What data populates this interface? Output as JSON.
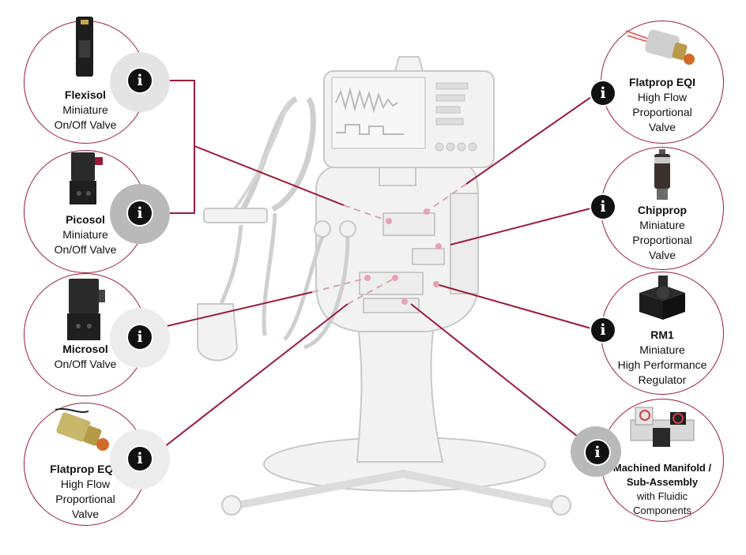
{
  "accent_color": "#9b1b3a",
  "info_icon_glyph": "i",
  "products": [
    {
      "id": "flexisol",
      "lines": [
        "Flexisol",
        "Miniature",
        "On/Off Valve"
      ],
      "icon": "solenoid-valve-tall-icon"
    },
    {
      "id": "picosol",
      "lines": [
        "Picosol",
        "Miniature",
        "On/Off Valve"
      ],
      "icon": "solenoid-valve-icon"
    },
    {
      "id": "microsol",
      "lines": [
        "Microsol",
        "On/Off Valve"
      ],
      "icon": "solenoid-valve-block-icon"
    },
    {
      "id": "flatprop-eqp",
      "lines": [
        "Flatprop EQP",
        "High Flow",
        "Proportional",
        "Valve"
      ],
      "icon": "proportional-valve-cylinder-icon"
    },
    {
      "id": "flatprop-eqi",
      "lines": [
        "Flatprop EQI",
        "High Flow",
        "Proportional",
        "Valve"
      ],
      "icon": "proportional-valve-cylinder-icon"
    },
    {
      "id": "chipprop",
      "lines": [
        "Chipprop",
        "Miniature",
        "Proportional",
        "Valve"
      ],
      "icon": "proportional-valve-canister-icon"
    },
    {
      "id": "rm1",
      "lines": [
        "RM1",
        "Miniature",
        "High Performance",
        "Regulator"
      ],
      "icon": "regulator-icon"
    },
    {
      "id": "machined-manifold",
      "lines": [
        "Machined Manifold /",
        "Sub-Assembly",
        "with Fluidic",
        "Components"
      ],
      "icon": "manifold-assembly-icon"
    }
  ]
}
